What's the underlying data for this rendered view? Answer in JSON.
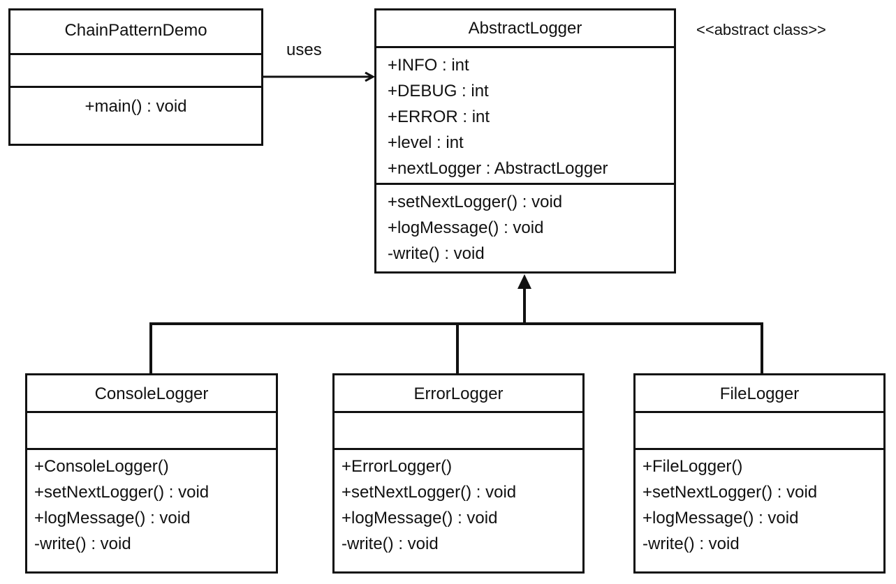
{
  "diagram": {
    "stereotype": "<<abstract class>>",
    "association_label": "uses",
    "classes": {
      "demo": {
        "name": "ChainPatternDemo",
        "attributes": [],
        "methods": [
          "+main()  : void"
        ]
      },
      "abstract": {
        "name": "AbstractLogger",
        "attributes": [
          "+INFO  : int",
          "+DEBUG  : int",
          "+ERROR  : int",
          "+level  : int",
          "+nextLogger  : AbstractLogger"
        ],
        "methods": [
          "+setNextLogger()  : void",
          "+logMessage()  : void",
          "-write()  : void"
        ]
      },
      "console": {
        "name": "ConsoleLogger",
        "attributes": [],
        "methods": [
          "+ConsoleLogger()",
          "+setNextLogger()  : void",
          "+logMessage()  : void",
          "-write()  : void"
        ]
      },
      "error": {
        "name": "ErrorLogger",
        "attributes": [],
        "methods": [
          "+ErrorLogger()",
          "+setNextLogger()  : void",
          "+logMessage()  : void",
          "-write()  : void"
        ]
      },
      "file": {
        "name": "FileLogger",
        "attributes": [],
        "methods": [
          "+FileLogger()",
          "+setNextLogger()  : void",
          "+logMessage()  : void",
          "-write()  : void"
        ]
      }
    },
    "relations": [
      {
        "type": "association",
        "from": "ChainPatternDemo",
        "to": "AbstractLogger",
        "label": "uses"
      },
      {
        "type": "generalization",
        "from": "ConsoleLogger",
        "to": "AbstractLogger"
      },
      {
        "type": "generalization",
        "from": "ErrorLogger",
        "to": "AbstractLogger"
      },
      {
        "type": "generalization",
        "from": "FileLogger",
        "to": "AbstractLogger"
      }
    ],
    "colors": {
      "line": "#111111",
      "background": "#ffffff"
    }
  }
}
